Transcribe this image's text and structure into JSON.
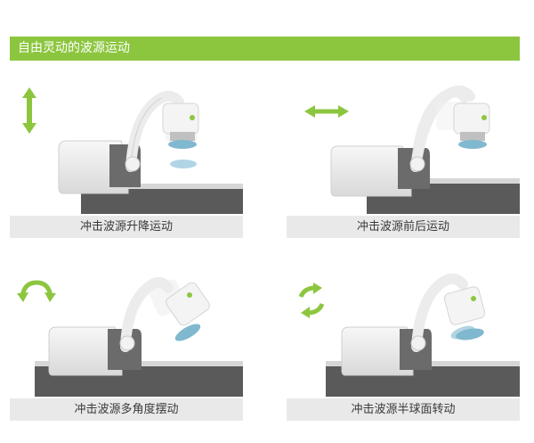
{
  "header": {
    "title": "自由灵动的波源运动"
  },
  "panels": [
    {
      "caption": "冲击波源升降运动",
      "icon": "vertical-arrow-icon"
    },
    {
      "caption": "冲击波源前后运动",
      "icon": "horizontal-arrow-icon"
    },
    {
      "caption": "冲击波源多角度摆动",
      "icon": "curved-arrow-icon"
    },
    {
      "caption": "冲击波源半球面转动",
      "icon": "rotation-arrows-icon"
    }
  ],
  "colors": {
    "accent": "#8cc63f",
    "caption_bg": "#e9e9e9",
    "caption_text": "#3a3a3a"
  }
}
